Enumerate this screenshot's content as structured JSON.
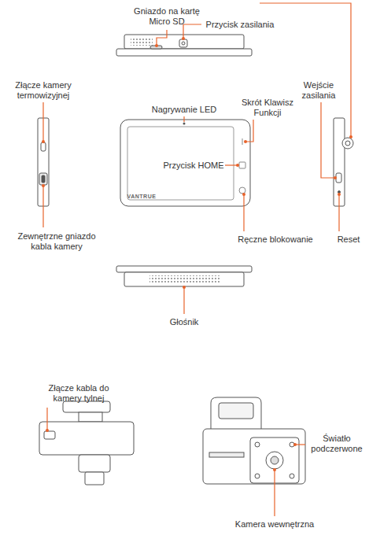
{
  "diagram": {
    "labels": [
      "Gniazdo na kartę Micro SD",
      "Przycisk zasilania",
      "Złącze kamery termowizyjnej",
      "Nagrywanie LED",
      "Skrót Klawisz Funkcji",
      "Wejście zasilania",
      "Przycisk HOME",
      "VANTRUE",
      "Zewnętrzne gniazdo kabla kamery",
      "Ręczne blokowanie",
      "Reset",
      "Głośnik",
      "Złącze kabla do kamery tylnej",
      "Światło podczerwone",
      "Kamera wewnętrzna"
    ]
  }
}
